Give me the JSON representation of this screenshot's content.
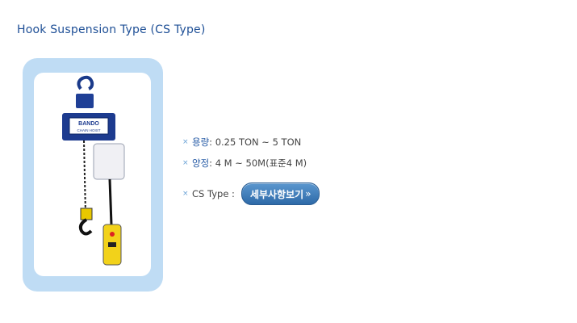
{
  "header": {
    "title": "Hook Suspension Type (CS Type)"
  },
  "product_image": {
    "brand": "BANDO",
    "model_plate": "CHAIN HOIST"
  },
  "specs": {
    "capacity_label": "용량",
    "capacity_value": " : 0.25 TON ~ 5 TON",
    "lift_label": "양정",
    "lift_value": " : 4 M ~ 50M(표준4 M)",
    "type_label": "CS Type : "
  },
  "detail_button": {
    "label": "세부사항보기",
    "arrow": "»"
  },
  "colors": {
    "title": "#1e4f96",
    "frame": "#bfdcf4",
    "button": "#3a78b8"
  }
}
